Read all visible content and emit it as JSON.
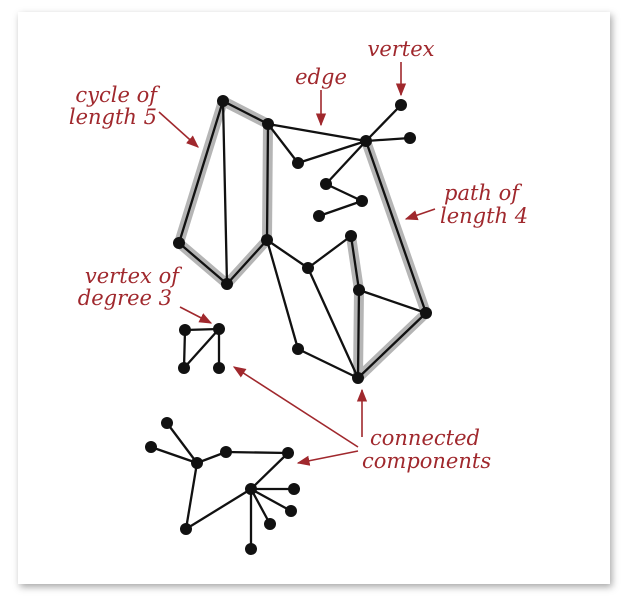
{
  "labels": {
    "cycle_line1": "cycle of",
    "cycle_line2": "length 5",
    "edge": "edge",
    "vertex": "vertex",
    "path_line1": "path of",
    "path_line2": "length 4",
    "degree_line1": "vertex of",
    "degree_line2": "degree 3",
    "components_line1": "connected",
    "components_line2": "components"
  },
  "colors": {
    "annotation": "#a0282d",
    "node": "#111111",
    "highlight": "#b5b5b5"
  }
}
